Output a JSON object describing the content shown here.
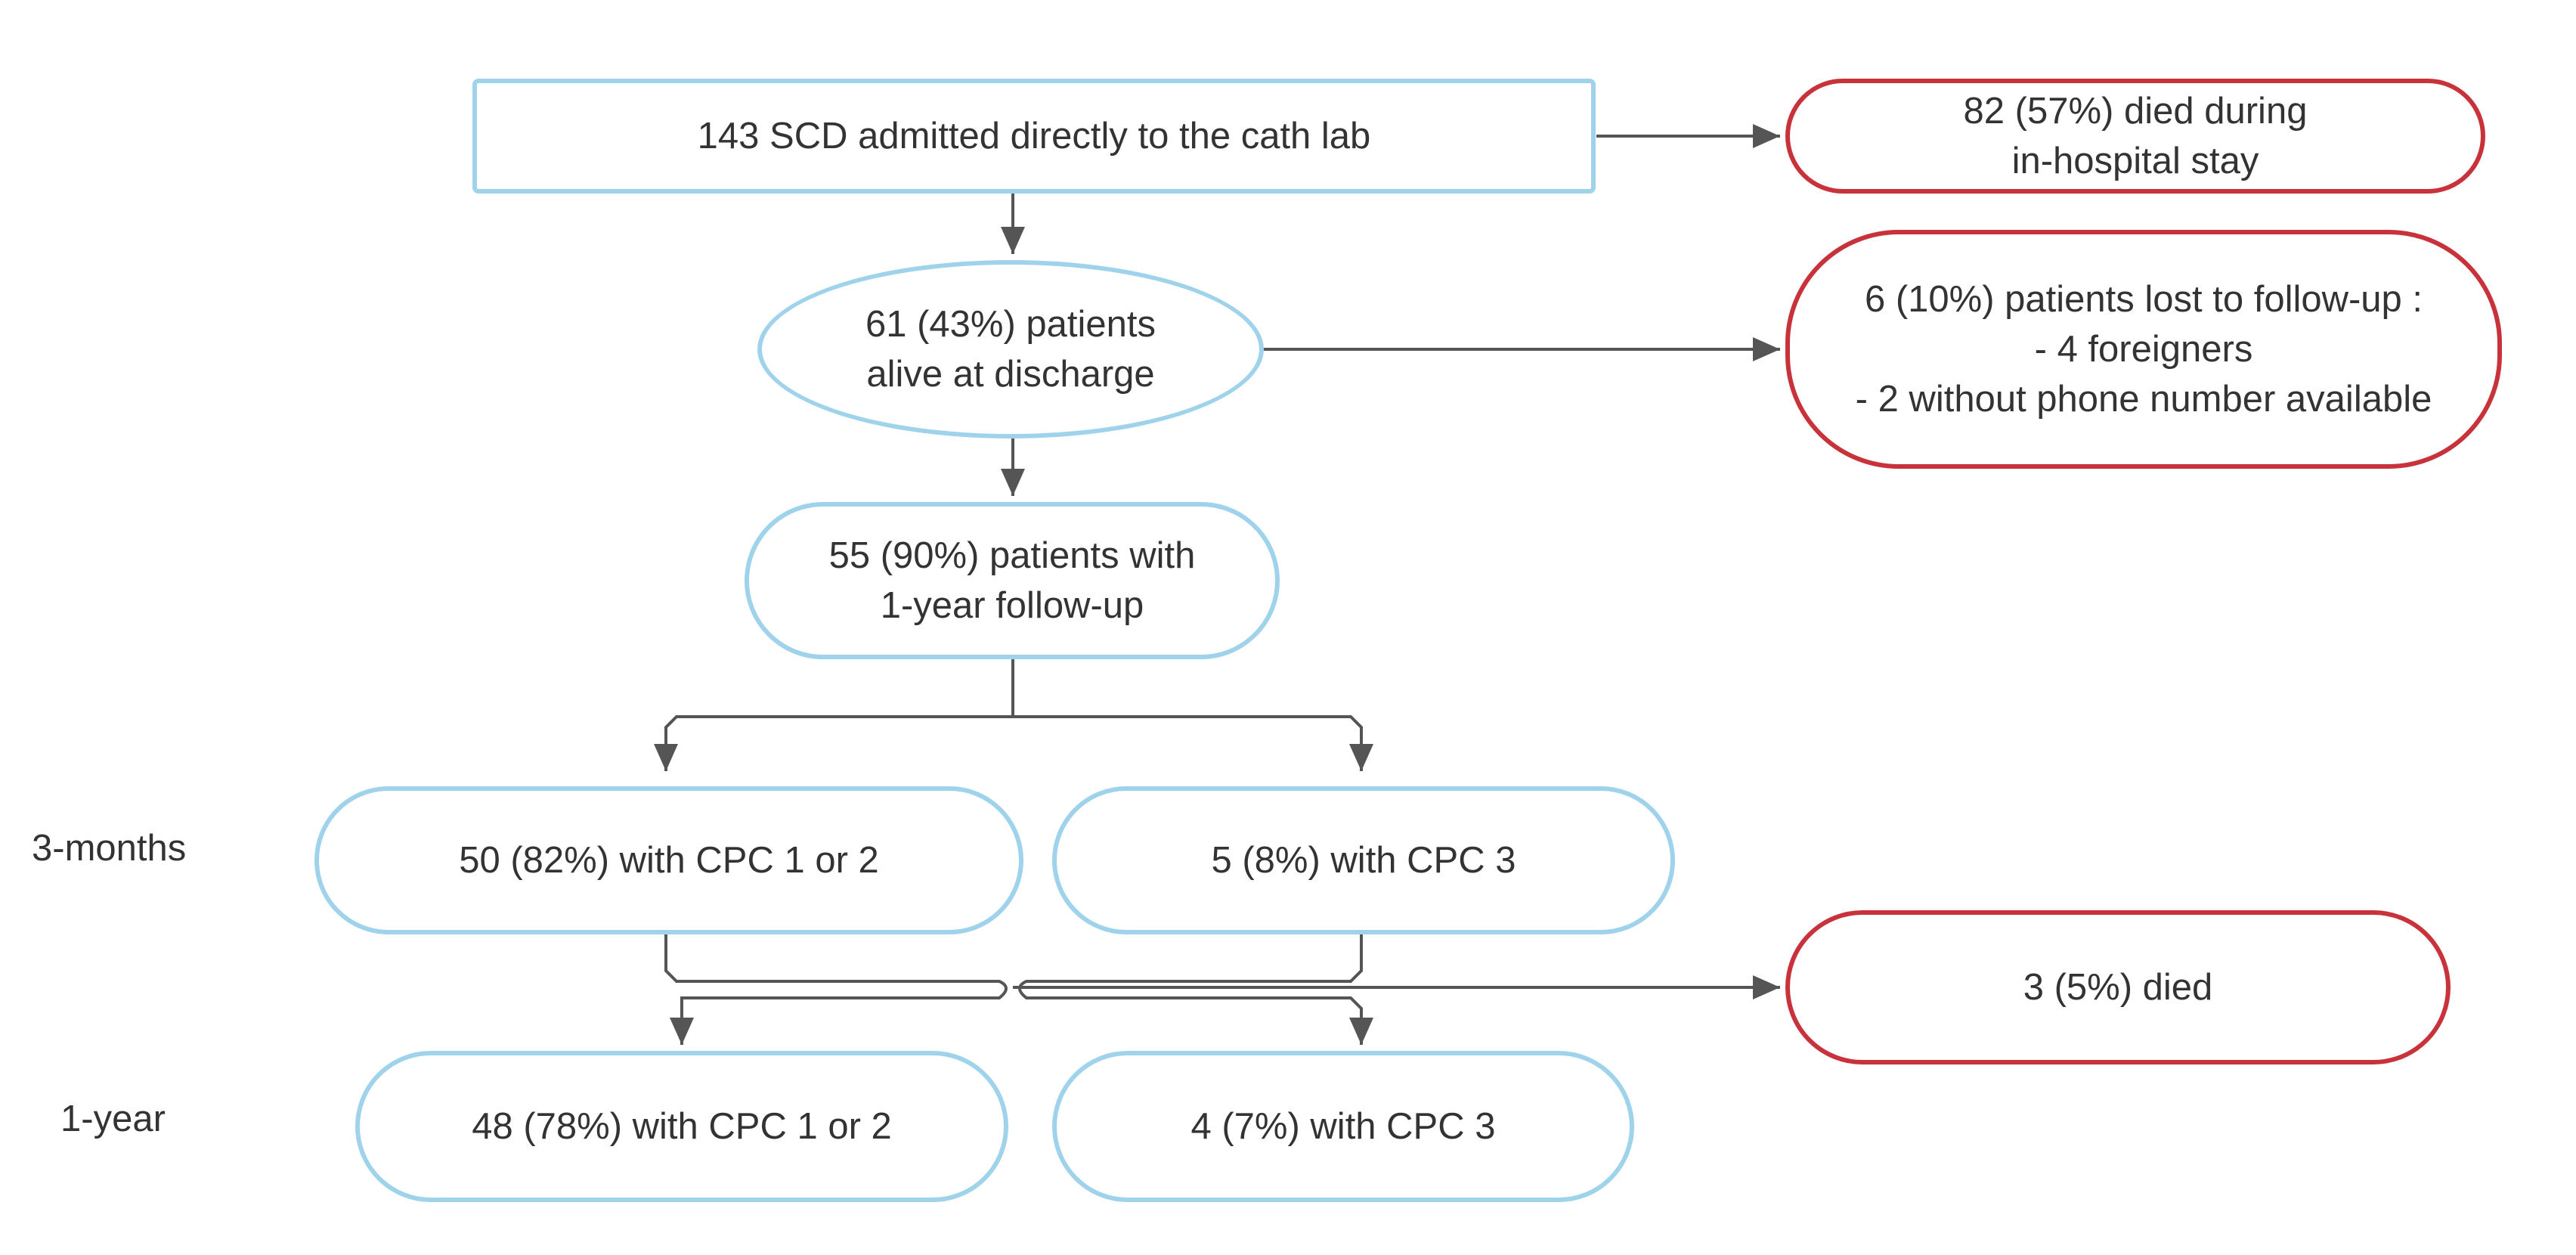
{
  "flowchart": {
    "start": "143 SCD admitted directly to the cath lab",
    "died_in_hospital": [
      "82 (57%) died during",
      "in-hospital stay"
    ],
    "alive_at_discharge": [
      "61 (43%) patients",
      "alive at discharge"
    ],
    "lost_to_followup": [
      "6 (10%) patients lost to follow-up :",
      "- 4 foreigners",
      "- 2 without phone number available"
    ],
    "one_year_followup": [
      "55 (90%) patients with",
      "1-year follow-up"
    ],
    "three_month_label": "3-months",
    "three_month_cpc12": "50 (82%) with CPC 1 or 2",
    "three_month_cpc3": "5 (8%) with CPC 3",
    "died_later": "3 (5%) died",
    "one_year_label": "1-year",
    "one_year_cpc12": "48 (78%) with CPC 1 or 2",
    "one_year_cpc3": "4 (7%) with CPC 3"
  },
  "colors": {
    "outcome_border": "#9fd3ec",
    "death_loss_border": "#c8323a",
    "connector": "#555555",
    "text": "#333333"
  }
}
